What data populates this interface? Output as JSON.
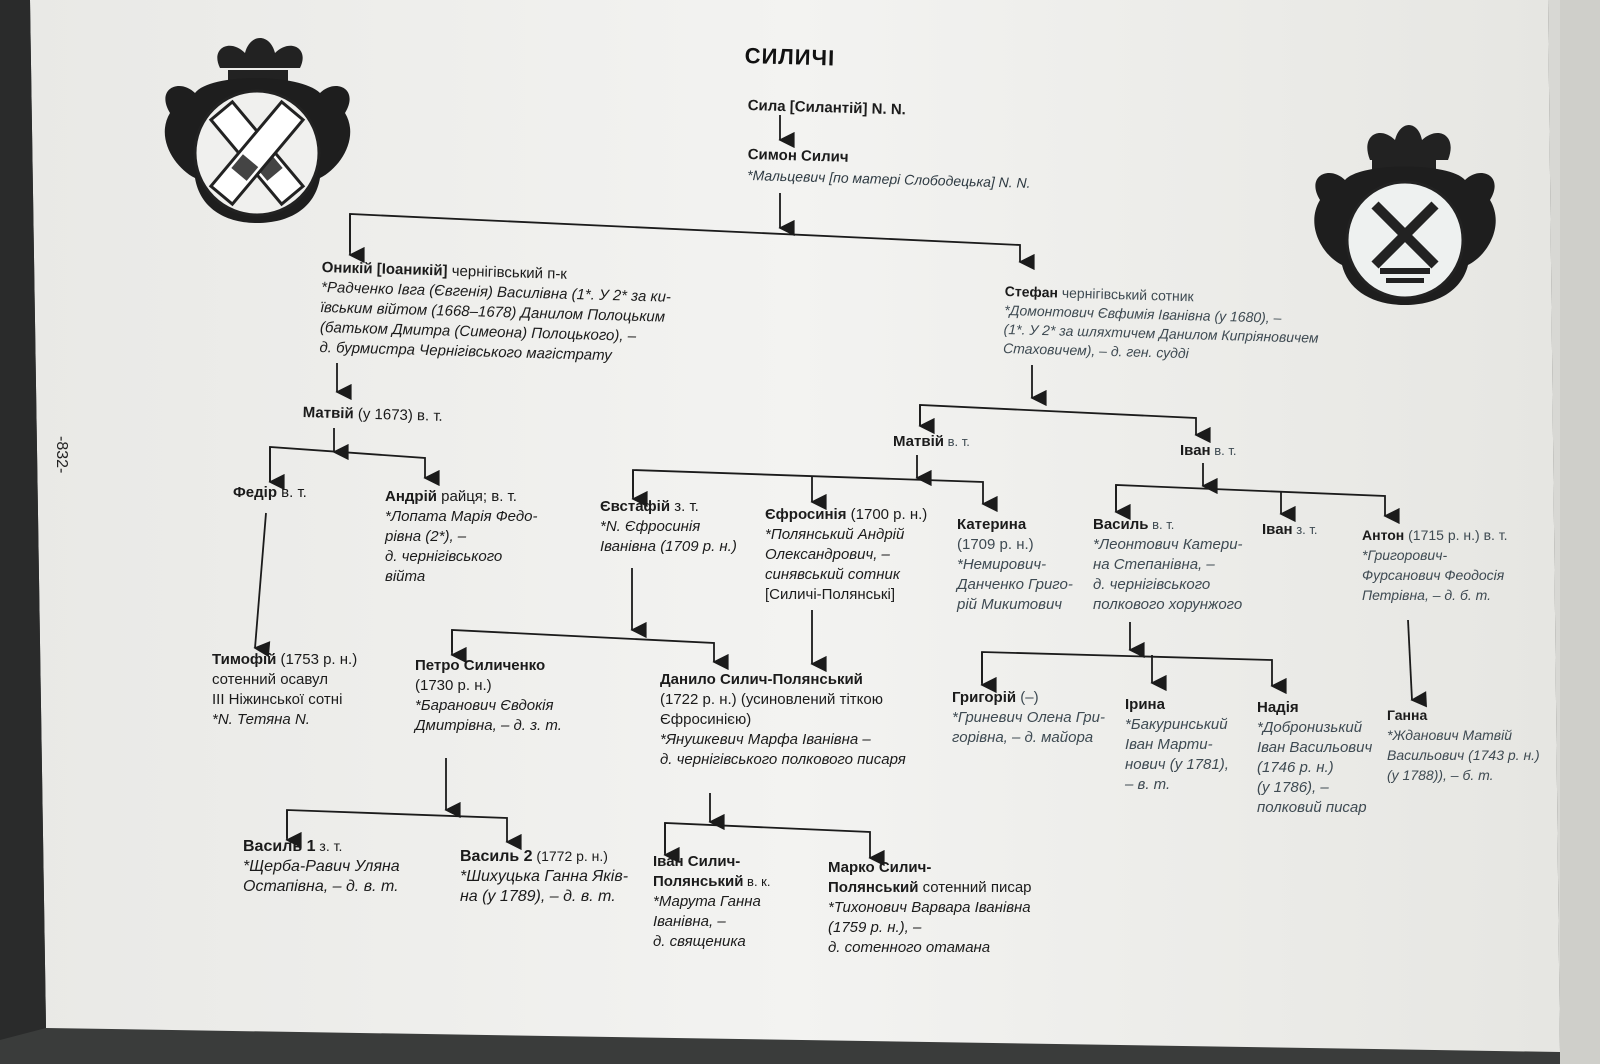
{
  "title": "СИЛИЧІ",
  "page_number": "-832-",
  "people": {
    "sila": {
      "name": "Сила [Силантій] N. N."
    },
    "symon": {
      "name": "Симон Силич",
      "spouse": "*Мальцевич [по матері Слободецька] N. N."
    },
    "onykii": {
      "name": "Оникій [Іоаникій]",
      "title": " чернігівський п-к",
      "spouse": [
        "*Радченко Івга (Євгенія) Василівна (1*. У 2* за ки-",
        "ївським війтом (1668–1678) Данилом Полоцьким",
        "(батьком Дмитра (Симеона) Полоцького), –",
        "д. бурмистра Чернігівського магістрату"
      ]
    },
    "stefan": {
      "name": "Стефан",
      "title": " чернігівський сотник",
      "spouse": [
        "*Домонтович Євфимія Іванівна (у 1680), –",
        "(1*. У 2* за шляхтичем Данилом Кипріяновичем",
        "Стаховичем), – д. ген. судді"
      ]
    },
    "matvii1": {
      "name": "Матвій",
      "title": " (у 1673) в. т."
    },
    "fedir": {
      "name": "Федір",
      "title": " в. т."
    },
    "andrii": {
      "name": "Андрій",
      "title": " райця; в. т.",
      "spouse": [
        "*Лопата Марія Федо-",
        "рівна (2*), –",
        "д. чернігівського",
        "війта"
      ]
    },
    "tymofii": {
      "name": "Тимофій",
      "title": " (1753 р. н.)",
      "extra": [
        "сотенний осавул",
        "ІІІ Ніжинської сотні"
      ],
      "spouse": "*N. Тетяна N."
    },
    "matvii2": {
      "name": "Матвій",
      "title": " в. т."
    },
    "ivan1": {
      "name": "Іван",
      "title": " в. т."
    },
    "yevstafii": {
      "name": "Євстафій",
      "title": " з. т.",
      "spouse": [
        "*N. Єфросинія",
        "Іванівна (1709 р. н.)"
      ]
    },
    "yefrosyniia": {
      "name": "Єфросинія",
      "title": " (1700 р. н.)",
      "spouse": [
        "*Полянський Андрій",
        "Олександрович, –",
        "синявський сотник"
      ],
      "extra": [
        "[Силичі-Полянські]"
      ]
    },
    "kateryna": {
      "name": "Катерина",
      "extra": [
        "(1709 р. н.)"
      ],
      "spouse": [
        "*Немирович-",
        "Данченко Григо-",
        "рій Микитович"
      ]
    },
    "vasyl_st": {
      "name": "Василь",
      "title": " в. т.",
      "spouse": [
        "*Леонтович Катери-",
        "на Степанівна, –",
        "д. чернігівського",
        "полкового хорунжого"
      ]
    },
    "ivan2": {
      "name": "Іван",
      "title": " з. т."
    },
    "anton": {
      "name": "Антон",
      "title": " (1715 р. н.) в. т.",
      "spouse": [
        "*Григорович-",
        "Фурсанович Феодосія",
        "Петрівна, – д. б. т."
      ]
    },
    "petro": {
      "name": "Петро Силиченко",
      "extra": [
        "(1730 р. н.)"
      ],
      "spouse": [
        "*Баранович Євдокія",
        "Дмитрівна, – д. з. т."
      ]
    },
    "danylo": {
      "name": "Данило Силич-Полянський",
      "extra": [
        "(1722 р. н.) (усиновлений тіткою",
        "Єфросинією)"
      ],
      "spouse": [
        "*Янушкевич Марфа Іванівна –",
        "д. чернігівського полкового писаря"
      ]
    },
    "hryhorii": {
      "name": "Григорій",
      "title": " (–)",
      "spouse": [
        "*Гриневич Олена Гри-",
        "горівна, – д. майора"
      ]
    },
    "iryna": {
      "name": "Ірина",
      "spouse": [
        "*Бакуринський",
        "Іван Марти-",
        "нович (у 1781),",
        "– в. т."
      ]
    },
    "nadiia": {
      "name": "Надія",
      "spouse": [
        "*Добронизький",
        "Іван Васильович",
        "(1746 р. н.)",
        "(у 1786), –",
        "полковий писар"
      ]
    },
    "hanna": {
      "name": "Ганна",
      "spouse": [
        "*Жданович Матвій",
        "Васильович (1743 р. н.)",
        "(у 1788)), – б. т."
      ]
    },
    "vasyl1": {
      "name": "Василь 1",
      "title": " з. т.",
      "spouse": [
        "*Щерба-Равич Уляна",
        "Остапівна, – д. в. т."
      ]
    },
    "vasyl2": {
      "name": "Василь 2",
      "title": " (1772 р. н.)",
      "spouse": [
        "*Шихуцька Ганна Яків-",
        "на (у 1789), – д. в. т."
      ]
    },
    "ivan_sp": {
      "name": [
        "Іван Силич-",
        "Полянський"
      ],
      "title": " в. к.",
      "spouse": [
        "*Марута Ганна",
        "Іванівна, –",
        "д. священика"
      ]
    },
    "marko_sp": {
      "name": [
        "Марко Силич-",
        "Полянський"
      ],
      "title": " сотенний писар",
      "spouse": [
        "*Тихонович Варвара Іванівна",
        "(1759 р. н.), –",
        "д. сотенного отамана"
      ]
    }
  },
  "colors": {
    "ink": "#1b1b1b",
    "paper": "#f1f1ef",
    "background": "#3a3c3b"
  },
  "icons": {
    "left_crest": "coat-of-arms-crossed-towers",
    "right_crest": "coat-of-arms-x-cross"
  }
}
